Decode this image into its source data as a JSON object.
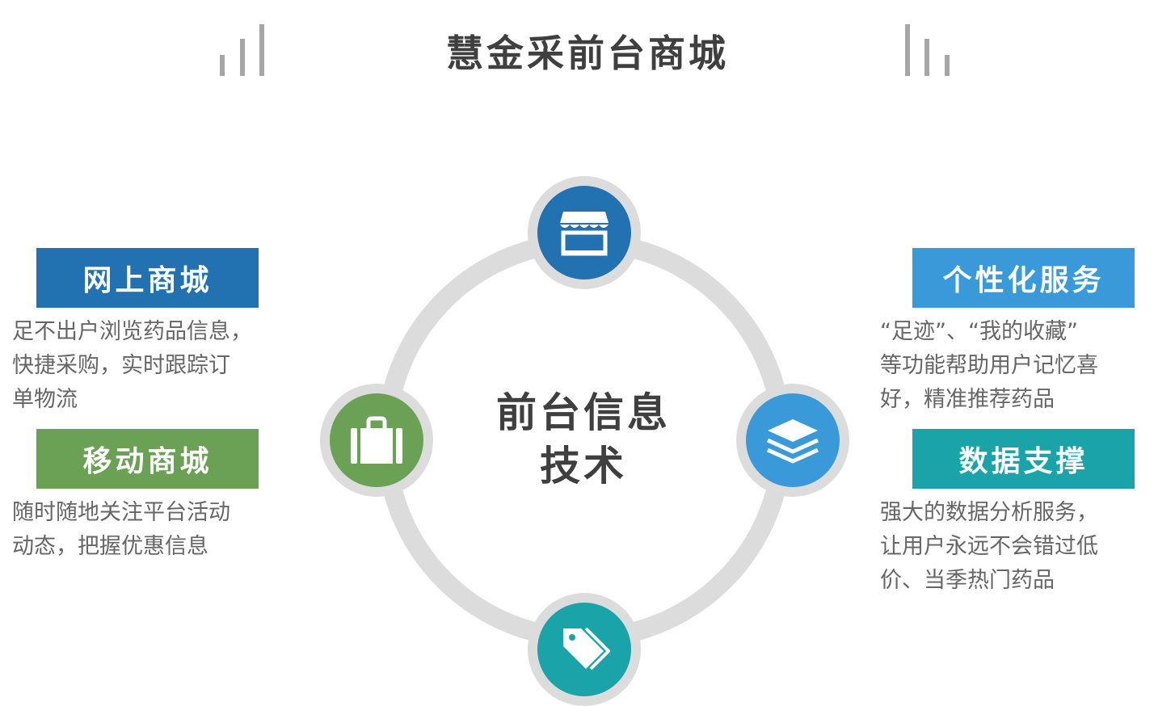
{
  "title": "慧金采前台商城",
  "center": {
    "line1": "前台信息",
    "line2": "技术"
  },
  "colors": {
    "dark_blue": "#2271b1",
    "green": "#6aa155",
    "light_blue": "#3a9ad9",
    "teal": "#1aa3a8",
    "ring_gray": "#dcdcdc"
  },
  "nodes": {
    "top": {
      "icon": "storefront-icon"
    },
    "left": {
      "icon": "shopping-bag-icon"
    },
    "right": {
      "icon": "layers-icon"
    },
    "bottom": {
      "icon": "price-tag-icon"
    }
  },
  "sections": {
    "online_mall": {
      "label": "网上商城",
      "lines": [
        "足不出户浏览药品信息，",
        "快捷采购，实时跟踪订",
        "单物流"
      ]
    },
    "mobile_mall": {
      "label": "移动商城",
      "lines": [
        "随时随地关注平台活动",
        "动态，把握优惠信息"
      ]
    },
    "personalized": {
      "label": "个性化服务",
      "lines": [
        "“足迹”、“我的收藏”",
        "等功能帮助用户记忆喜",
        "好，精准推荐药品"
      ]
    },
    "data_support": {
      "label": "数据支撑",
      "lines": [
        "强大的数据分析服务，",
        "让用户永远不会错过低",
        "价、当季热门药品"
      ]
    }
  }
}
